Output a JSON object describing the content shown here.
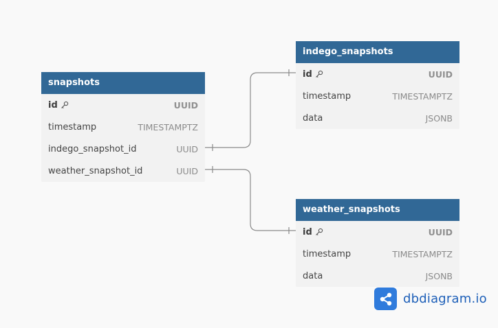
{
  "tables": {
    "snapshots": {
      "name": "snapshots",
      "columns": [
        {
          "name": "id",
          "type": "UUID",
          "pk": true
        },
        {
          "name": "timestamp",
          "type": "TIMESTAMPTZ",
          "pk": false
        },
        {
          "name": "indego_snapshot_id",
          "type": "UUID",
          "pk": false
        },
        {
          "name": "weather_snapshot_id",
          "type": "UUID",
          "pk": false
        }
      ]
    },
    "indego_snapshots": {
      "name": "indego_snapshots",
      "columns": [
        {
          "name": "id",
          "type": "UUID",
          "pk": true
        },
        {
          "name": "timestamp",
          "type": "TIMESTAMPTZ",
          "pk": false
        },
        {
          "name": "data",
          "type": "JSONB",
          "pk": false
        }
      ]
    },
    "weather_snapshots": {
      "name": "weather_snapshots",
      "columns": [
        {
          "name": "id",
          "type": "UUID",
          "pk": true
        },
        {
          "name": "timestamp",
          "type": "TIMESTAMPTZ",
          "pk": false
        },
        {
          "name": "data",
          "type": "JSONB",
          "pk": false
        }
      ]
    }
  },
  "relations": [
    {
      "from": "snapshots.indego_snapshot_id",
      "to": "indego_snapshots.id"
    },
    {
      "from": "snapshots.weather_snapshot_id",
      "to": "weather_snapshots.id"
    }
  ],
  "brand": {
    "name": "dbdiagram.io",
    "icon": "share-nodes-icon",
    "color": "#2f7bdc"
  },
  "colors": {
    "header": "#316896",
    "body": "#f2f2f2",
    "background": "#f9f9f9",
    "connector": "#8a8a8a"
  }
}
